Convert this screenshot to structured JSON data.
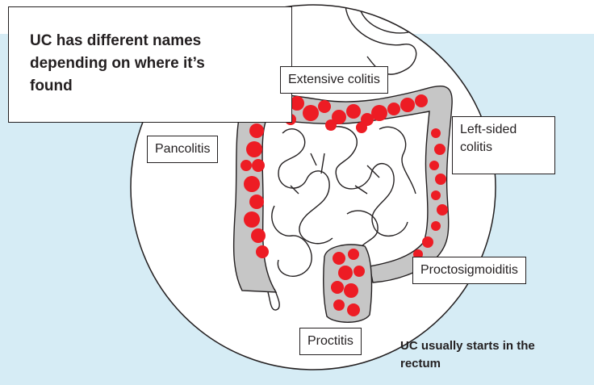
{
  "title": "UC has different names depending on where it’s found",
  "labels": {
    "extensive": "Extensive colitis",
    "pancolitis": "Pancolitis",
    "left_sided": "Left-sided colitis",
    "proctosigmoiditis": "Proctosigmoiditis",
    "proctitis": "Proctitis"
  },
  "note": "UC usually starts in the rectum",
  "colors": {
    "background": "#d6ecf5",
    "colon": "#c6c6c6",
    "inflammation": "#ed1c24",
    "outline": "#231f20"
  }
}
